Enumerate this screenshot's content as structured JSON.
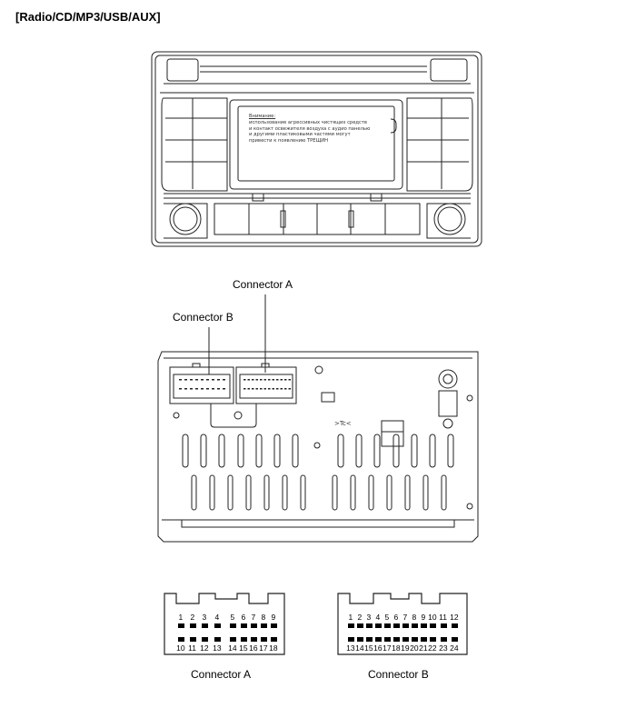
{
  "title": "[Radio/CD/MP3/USB/AUX]",
  "display_notice": {
    "heading": "Внимание:",
    "lines": [
      "использование агрессивных чистящих средств",
      "и контакт освежителя воздуха с аудио панелью",
      "и другими пластиковыми частями могут",
      "привести к появлению ТРЕЩИН"
    ]
  },
  "rear_callouts": {
    "connector_a": "Connector A",
    "connector_b": "Connector B"
  },
  "connector_a": {
    "caption": "Connector A",
    "top_pins": [
      "1",
      "2",
      "3",
      "4",
      "5",
      "6",
      "7",
      "8",
      "9"
    ],
    "bottom_pins": [
      "10",
      "11",
      "12",
      "13",
      "14",
      "15",
      "16",
      "17",
      "18"
    ]
  },
  "connector_b": {
    "caption": "Connector B",
    "top_pins": [
      "1",
      "2",
      "3",
      "4",
      "5",
      "6",
      "7",
      "8",
      "9",
      "10",
      "11",
      "12"
    ],
    "bottom_pins": [
      "13",
      "14",
      "15",
      "16",
      "17",
      "18",
      "19",
      "20",
      "21",
      "22",
      "23",
      "24"
    ]
  }
}
